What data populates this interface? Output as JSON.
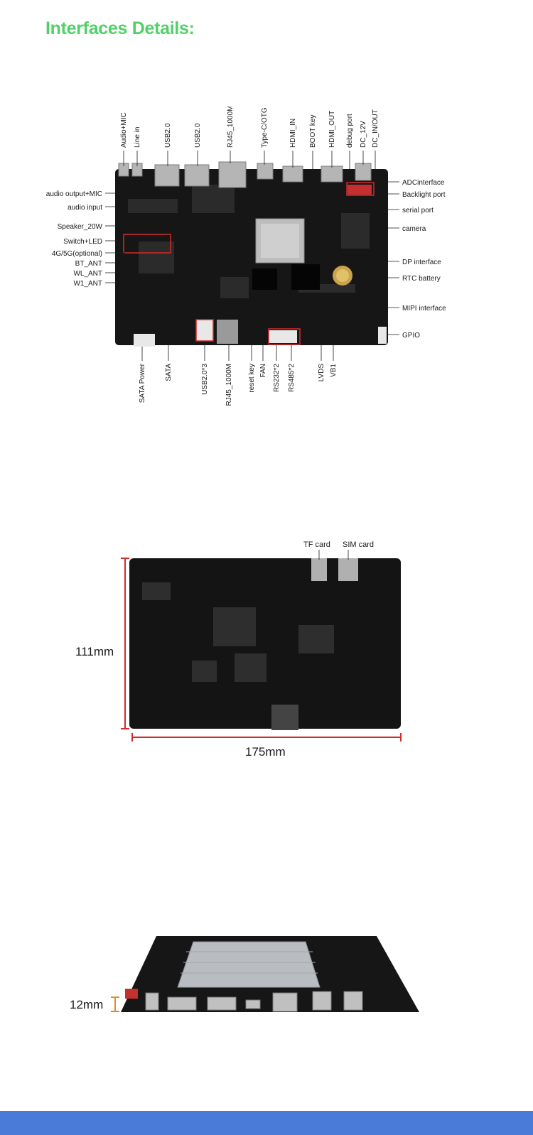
{
  "page": {
    "title": "Interfaces Details:",
    "colors": {
      "title": "#4fd166",
      "pcb": "#161616",
      "callout": "#d42a2a",
      "footer": "#4a7bd8"
    }
  },
  "board_top": {
    "top_labels": [
      "Audio+MIC",
      "Line in",
      "USB2.0",
      "USB2.0",
      "RJ45_1000M",
      "Type-C/OTG",
      "HDMI_IN",
      "BOOT key",
      "HDMI_OUT",
      "debug port",
      "DC_12V",
      "DC_IN/OUT"
    ],
    "left_labels": [
      "audio output+MIC",
      "audio input",
      "Speaker_20W",
      "Switch+LED",
      "4G/5G(optional)",
      "BT_ANT",
      "WL_ANT",
      "W1_ANT"
    ],
    "right_labels": [
      "ADCinterface",
      "Backlight port",
      "serial port",
      "camera",
      "DP interface",
      "RTC battery",
      "MIPI interface",
      "GPIO"
    ],
    "bottom_labels": [
      "SATA Power",
      "SATA",
      "USB2.0*3",
      "RJ45_1000M",
      "reset key",
      "FAN",
      "RS232*2",
      "RS485*2",
      "LVDS",
      "VB1"
    ]
  },
  "board_bottom": {
    "slot_labels": [
      "TF card",
      "SIM  card"
    ],
    "height_dim": "111mm",
    "width_dim": "175mm"
  },
  "board_side": {
    "thickness_dim": "12mm"
  }
}
